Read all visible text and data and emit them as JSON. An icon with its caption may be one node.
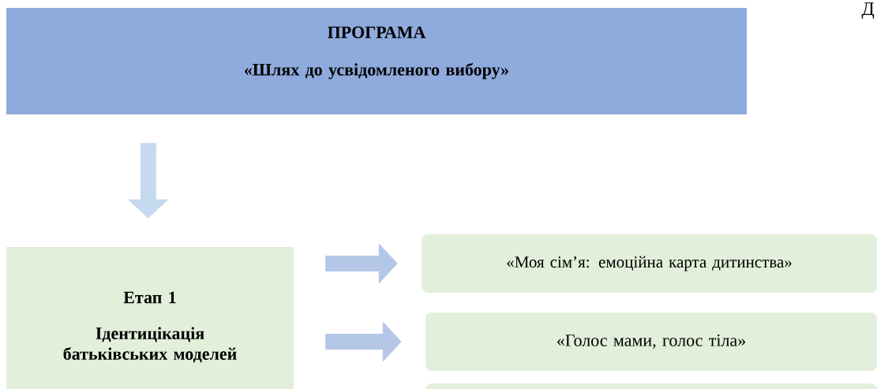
{
  "diagram": {
    "nodes": [
      {
        "text": [
          "ПРОГРАМА",
          "«Шлях до усвідомленого вибору»"
        ]
      },
      {
        "text": [
          "Етап 1",
          "Ідентицікація батьківських моделей"
        ]
      },
      {
        "text": [
          "«Моя сім’я: емоційна карта дитинства»"
        ]
      },
      {
        "text": [
          "«Голос мами, голос тіла»"
        ]
      },
      {
        "text": [],
        "shape": "box"
      }
    ],
    "edges": [
      {
        "from": 0,
        "to": 1,
        "arrow": "to",
        "color": "#c5d9ef"
      },
      {
        "from": 1,
        "to": 2,
        "arrow": "to"
      },
      {
        "from": 1,
        "to": 3,
        "arrow": "to"
      }
    ],
    "labels": [
      "Д"
    ]
  }
}
